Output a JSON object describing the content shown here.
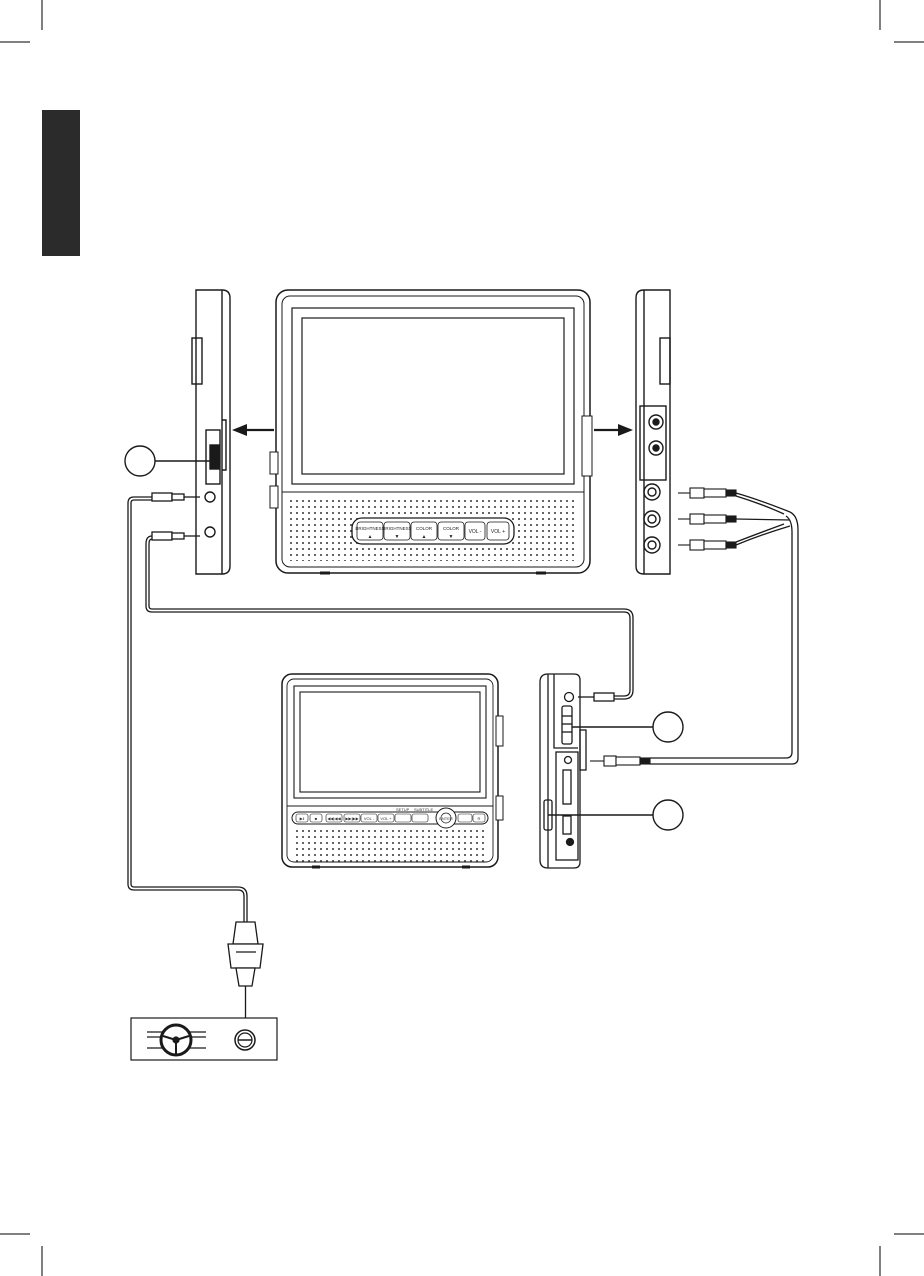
{
  "main_screen": {
    "buttons": [
      {
        "label": "BRIGHTNESS",
        "arrow": "▲"
      },
      {
        "label": "BRIGHTNESS",
        "arrow": "▼"
      },
      {
        "label": "COLOR",
        "arrow": "▲"
      },
      {
        "label": "COLOR",
        "arrow": "▼"
      },
      {
        "label": "VOL -",
        "arrow": ""
      },
      {
        "label": "VOL +",
        "arrow": ""
      }
    ]
  },
  "player": {
    "buttons": [
      "▶‖",
      "■",
      "◀◀|◀◀",
      "▶▶|▶▶",
      "VOL -",
      "VOL +",
      "",
      "",
      "",
      "R"
    ],
    "small_labels": [
      "SETUP",
      "SUBTITLE"
    ],
    "center_label": "ENTER"
  },
  "colors": {
    "line": "#1a1a1a",
    "page_tab": "#2b2b2b",
    "background": "#ffffff"
  }
}
